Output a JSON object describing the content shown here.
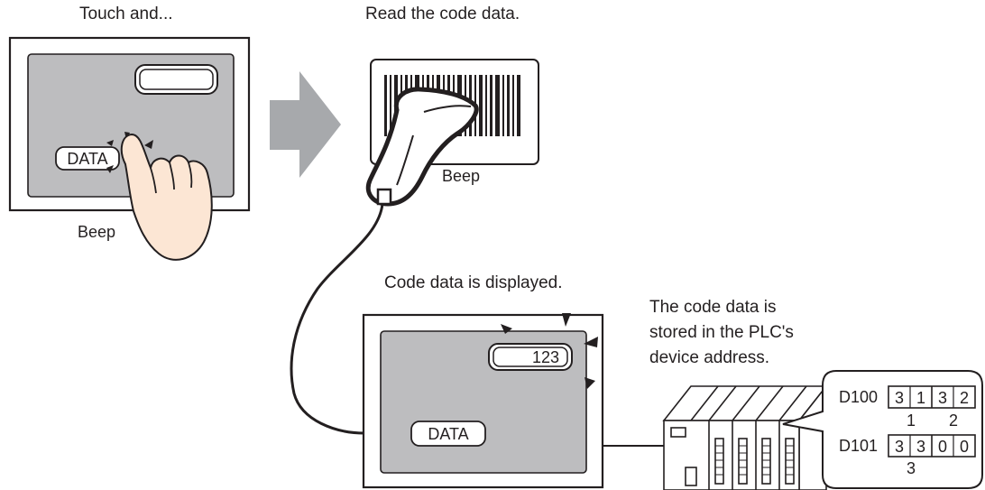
{
  "captions": {
    "touch": "Touch and...",
    "read": "Read the code data.",
    "beep_touch": "Beep",
    "beep_scan": "Beep",
    "displayed": "Code data is displayed.",
    "stored_line1": "The code data is",
    "stored_line2": "stored in the PLC's",
    "stored_line3": "device address."
  },
  "touch_panel": {
    "button_label": "DATA"
  },
  "result_panel": {
    "display_value": "123",
    "button_label": "DATA"
  },
  "plc_callout": {
    "rows": [
      {
        "address": "D100",
        "digits": [
          "3",
          "1",
          "3",
          "2"
        ],
        "word_labels": [
          "1",
          "2"
        ]
      },
      {
        "address": "D101",
        "digits": [
          "3",
          "3",
          "0",
          "0"
        ],
        "word_labels": [
          "3"
        ]
      }
    ]
  },
  "colors": {
    "screen_gray": "#bdbdbf",
    "arrow_gray": "#a7a9ac",
    "skin": "#fce6d4",
    "outline": "#231f20"
  }
}
